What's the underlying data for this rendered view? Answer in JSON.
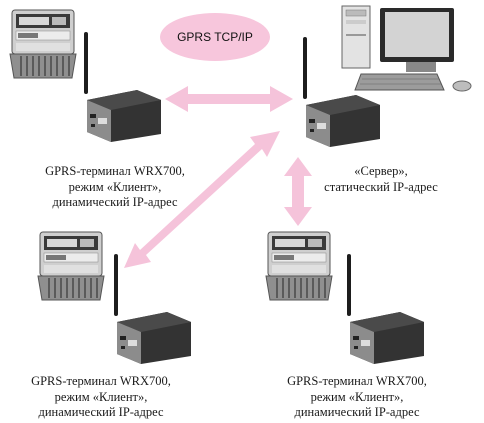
{
  "protocol_label": "GPRS TCP/IP",
  "nodes": [
    {
      "id": "client-top-left",
      "lines": [
        "GPRS-терминал WRX700,",
        "режим «Клиент»,",
        "динамический IP-адрес"
      ]
    },
    {
      "id": "server",
      "lines": [
        "«Сервер»,",
        "статический IP-адрес"
      ]
    },
    {
      "id": "client-bottom-left",
      "lines": [
        "GPRS-терминал WRX700,",
        "режим «Клиент»,",
        "динамический IP-адрес"
      ]
    },
    {
      "id": "client-bottom-right",
      "lines": [
        "GPRS-терминал WRX700,",
        "режим «Клиент»,",
        "динамический IP-адрес"
      ]
    }
  ],
  "colors": {
    "arrow": "#f5c3da",
    "bubble": "#f7c6dc",
    "device_dark": "#2b2b2b",
    "meter_gray": "#9a9a9a"
  }
}
